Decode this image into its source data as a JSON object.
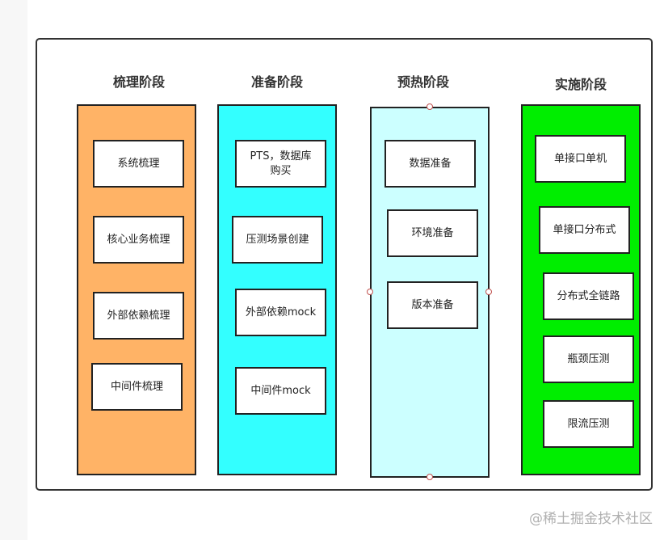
{
  "phases": [
    {
      "title": "梳理阶段",
      "color": "#ffb366",
      "items": [
        "系统梳理",
        "核心业务梳理",
        "外部依赖梳理",
        "中间件梳理"
      ]
    },
    {
      "title": "准备阶段",
      "color": "#33ffff",
      "items": [
        "PTS，数据库\n购买",
        "压测场景创建",
        "外部依赖mock",
        "中间件mock"
      ]
    },
    {
      "title": "预热阶段",
      "color": "#ccffff",
      "items": [
        "数据准备",
        "环境准备",
        "版本准备"
      ]
    },
    {
      "title": "实施阶段",
      "color": "#00ee00",
      "items": [
        "单接口单机",
        "单接口分布式",
        "分布式全链路",
        "瓶颈压测",
        "限流压测"
      ]
    }
  ],
  "watermark": "@稀土掘金技术社区"
}
